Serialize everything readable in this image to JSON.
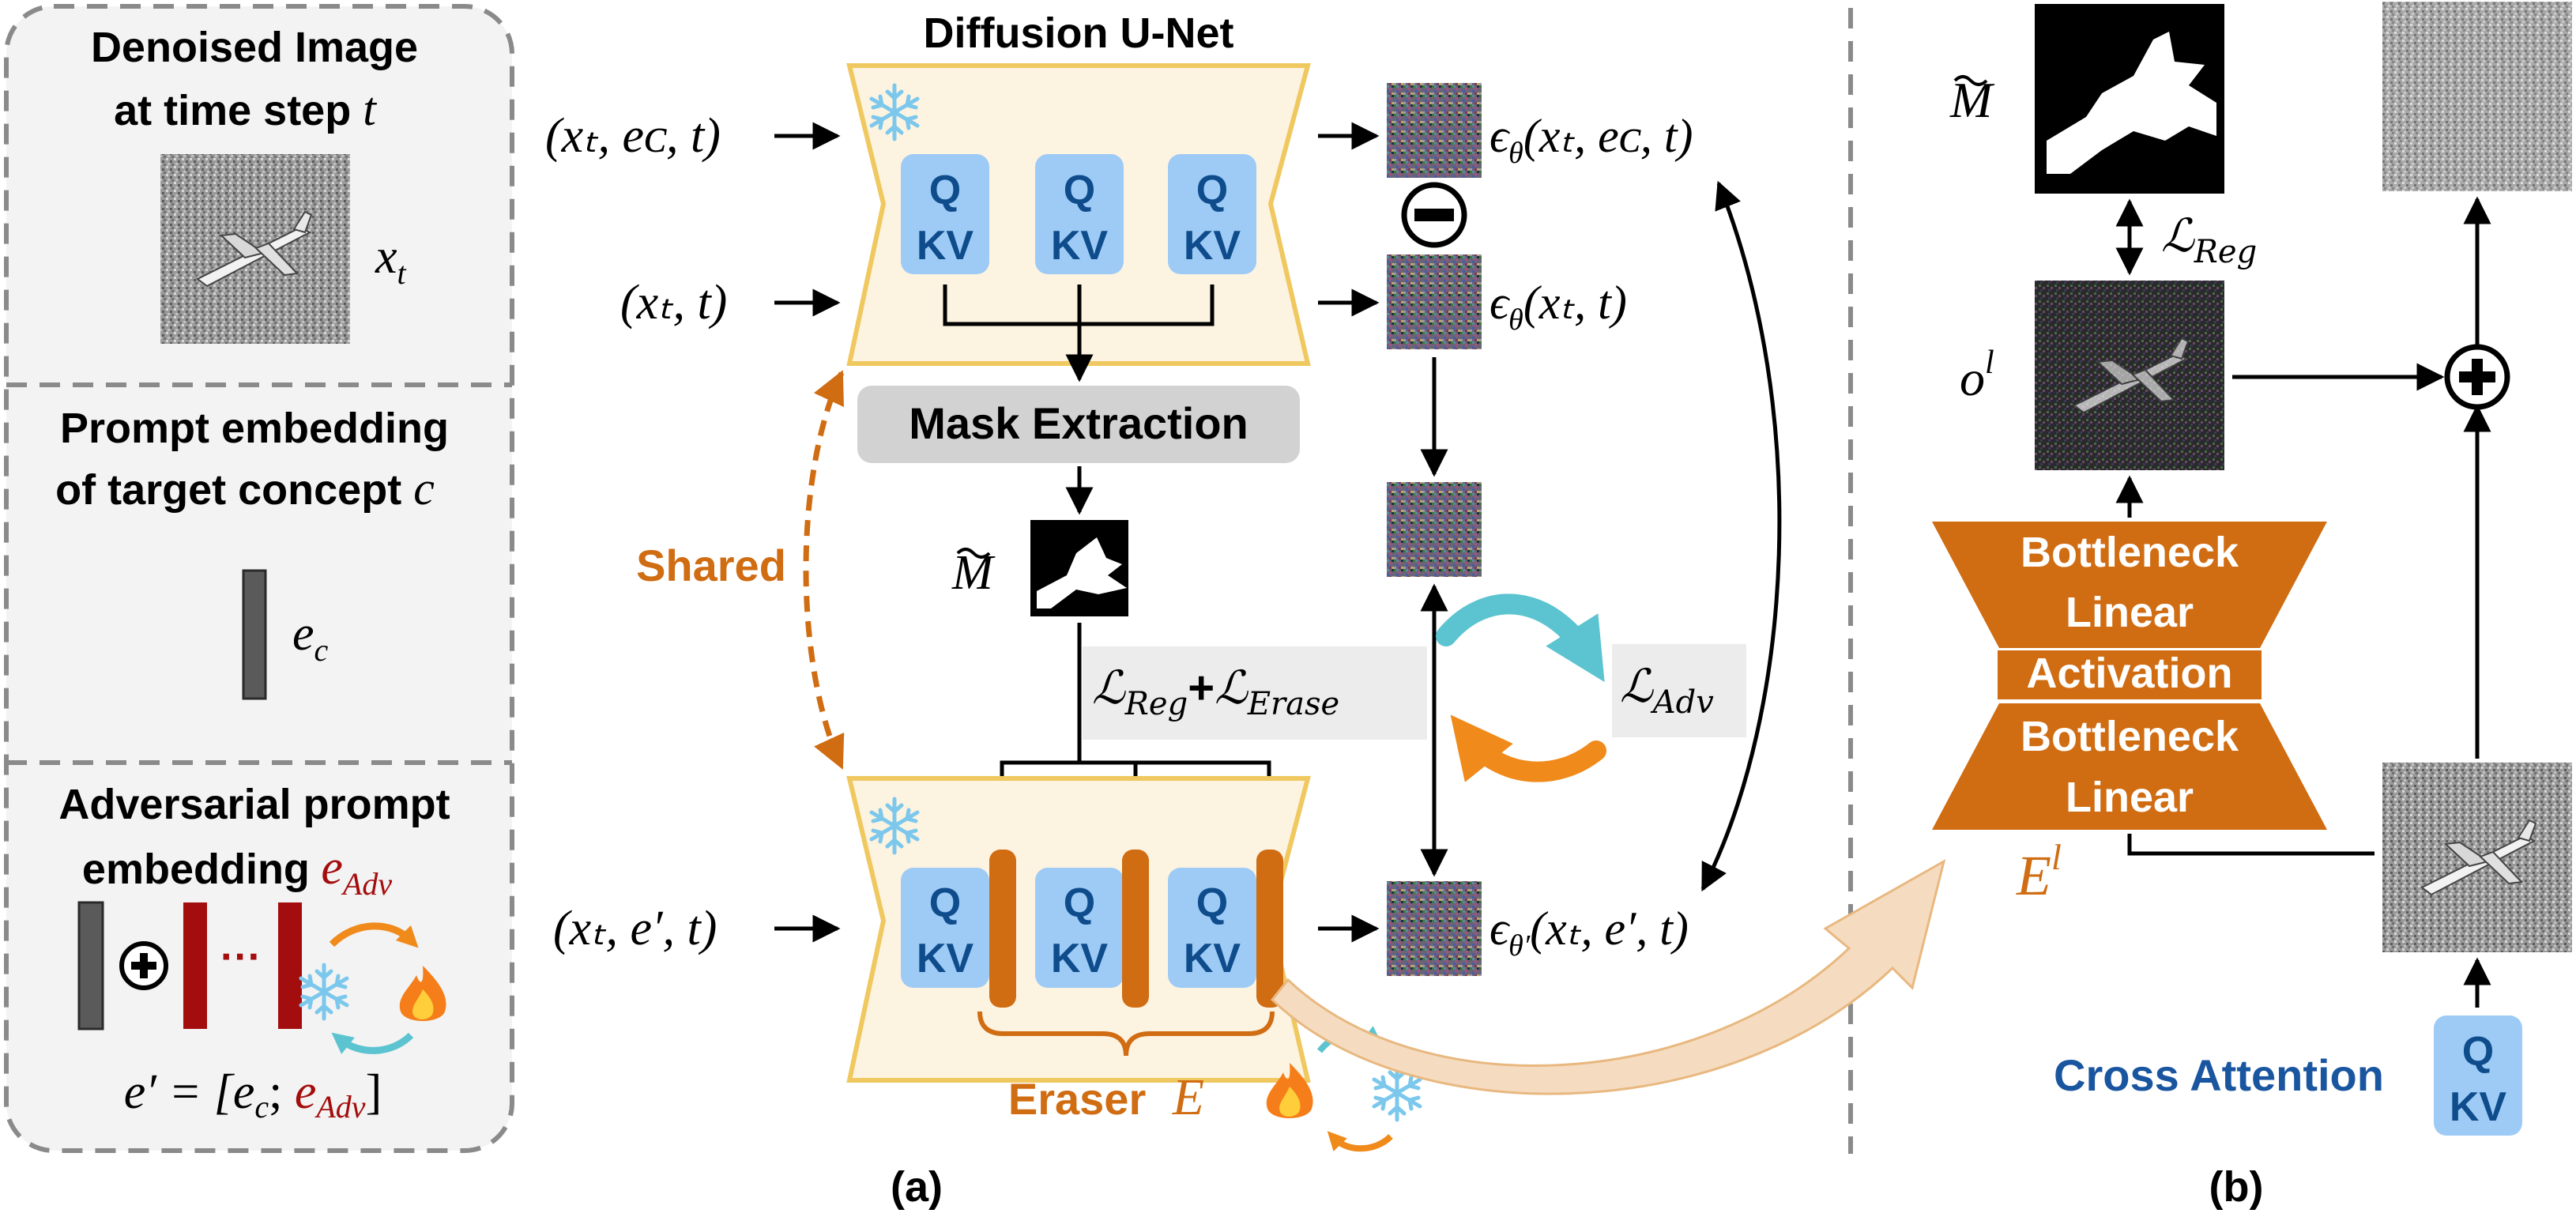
{
  "colors": {
    "orange": "#d06c12",
    "orange_light": "#f5dcc0",
    "unet_fill": "#fdf3e1",
    "unet_stroke": "#f0c860",
    "qkv_fill": "#9dcbf5",
    "qkv_text": "#0f4c8c",
    "dark_red": "#a40d0d",
    "panel_fill": "#f3f3f3",
    "gray_box": "#d2d2d2",
    "label_bg": "#ececec",
    "teal": "#5bc4d0",
    "blue_text": "#1a56a0"
  },
  "left_panel": {
    "sec1": {
      "line1": "Denoised Image",
      "line2": "at time step",
      "var": "t",
      "xt_base": "x",
      "xt_sub": "t"
    },
    "sec2": {
      "line1": "Prompt embedding",
      "line2": "of target concept",
      "var": "c",
      "ec_base": "e",
      "ec_sub": "c"
    },
    "sec3": {
      "line1": "Adversarial prompt",
      "line2": "embedding",
      "eadv_base": "e",
      "eadv_sub": "Adv",
      "dots": "···",
      "eq_lhs": "e′ = [",
      "eq_ec": "e",
      "eq_c": "c",
      "eq_sep": "; ",
      "eq_adv": "e",
      "eq_adv_sub": "Adv",
      "eq_close": "]"
    }
  },
  "unet": {
    "title": "Diffusion U-Net",
    "q_label": "Q",
    "kv_label": "KV",
    "mask_extraction": "Mask Extraction",
    "shared_label": "Shared",
    "eraser_label": "Eraser",
    "eraser_var": "E"
  },
  "inputs": {
    "in1": "(xₜ, eᴄ, t)",
    "in2": "(xₜ, t)",
    "in3": "(xₜ, e′, t)"
  },
  "outputs": {
    "eps_sym": "ϵ",
    "theta": "θ",
    "theta_prime": "θ′",
    "out1_args": "(xₜ, eᴄ, t)",
    "out2_args": "(xₜ, t)",
    "out3_args": "(xₜ, e′, t)"
  },
  "losses": {
    "L": "ℒ",
    "reg_sub": "Reg",
    "erase_sub": "Erase",
    "adv_sub": "Adv",
    "plus": "+"
  },
  "mask_symbol": "M",
  "right_panel": {
    "o_base": "o",
    "o_sup": "l",
    "bottleneck1": "Bottleneck",
    "linear1": "Linear",
    "activation": "Activation",
    "bottleneck2": "Bottleneck",
    "linear2": "Linear",
    "el_base": "E",
    "el_sup": "l",
    "cross_attention": "Cross Attention"
  },
  "captions": {
    "a": "(a)",
    "b": "(b)"
  }
}
